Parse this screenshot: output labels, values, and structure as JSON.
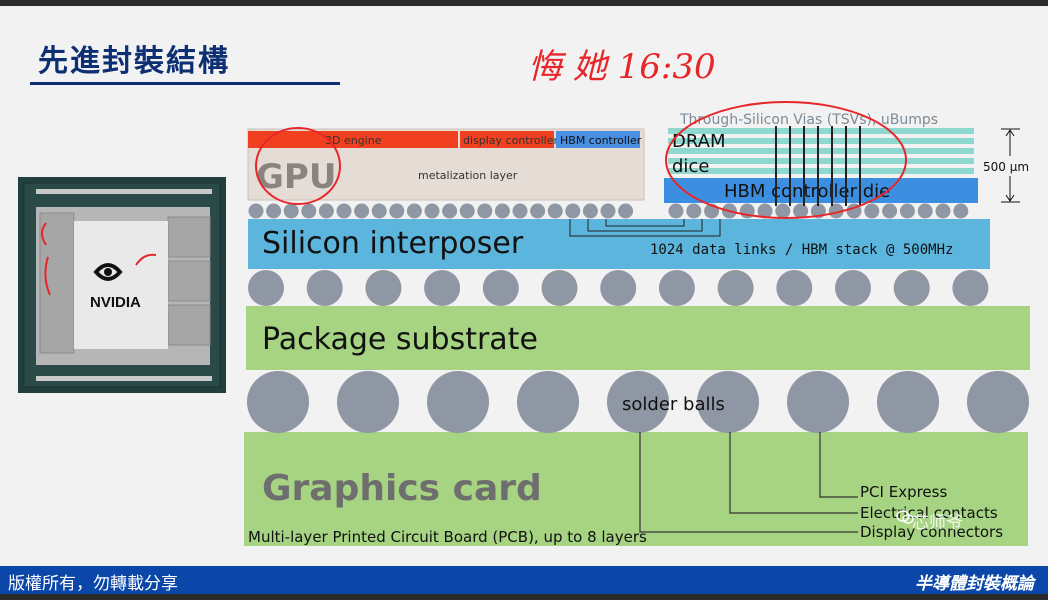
{
  "slide": {
    "title": "先進封裝結構",
    "handwriting": "悔 她 16:30",
    "footer_left": "版權所有，勿轉載分享",
    "footer_right": "半導體封裝概論",
    "watermark": "芯师爷"
  },
  "chip_photo": {
    "logo_text": "NVIDIA"
  },
  "diagram": {
    "gpu_label": "GPU",
    "gpu_bar_3d": "3D engine",
    "gpu_bar_display": "display controller",
    "gpu_bar_hbm": "HBM controller",
    "metalization": "metalization layer",
    "tsv_label": "Through-Silicon Vias (TSVs), uBumps",
    "dram_label_1": "DRAM",
    "dram_label_2": "dice",
    "hbm_die": "HBM controller die",
    "height_label": "500 μm",
    "interposer": "Silicon interposer",
    "data_links": "1024 data links / HBM stack @ 500MHz",
    "substrate": "Package substrate",
    "solder": "solder balls",
    "card": "Graphics card",
    "pcb": "Multi-layer Printed Circuit Board (PCB), up to 8 layers",
    "pci": "PCI Express",
    "electrical": "Electrical contacts",
    "display_conn": "Display connectors"
  },
  "colors": {
    "title": "#0d2f73",
    "footer": "#0a47a8",
    "interposer": "#5bb5dc",
    "substrate": "#a6d483",
    "card": "#a6d483",
    "gpu_die": "#e6dcd6",
    "hbm_die": "#3c8fe0",
    "dram": "#8ed8cf",
    "bump": "#8f96a4",
    "annotation": "#e8262a"
  }
}
